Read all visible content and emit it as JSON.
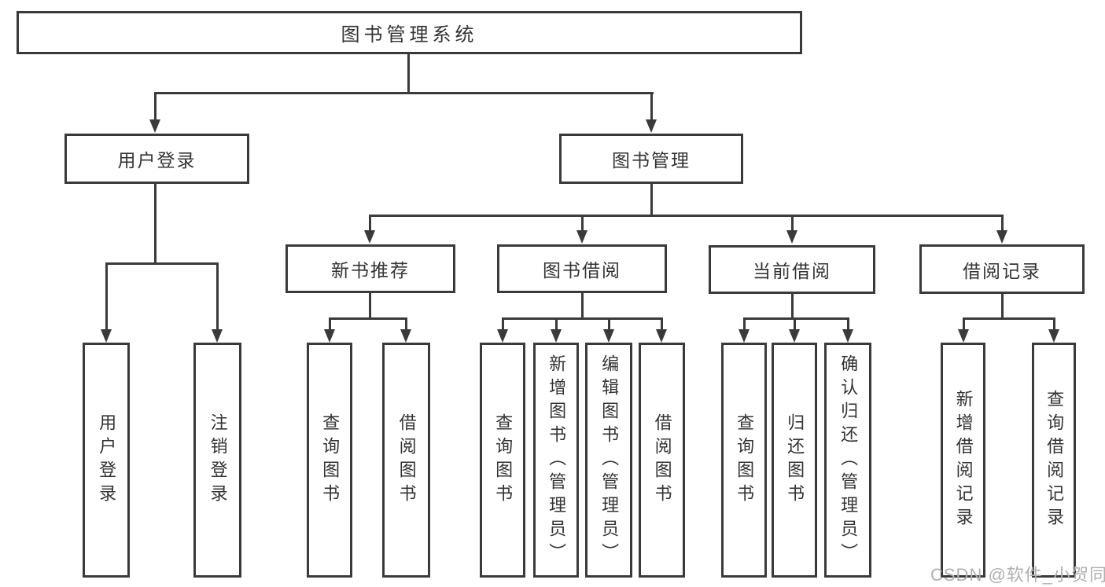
{
  "diagram_title": "图书管理系统",
  "colors": {
    "line": "#3a3a3a",
    "box_border": "#3a3a3a",
    "text": "#333333",
    "watermark": "#b0b0b0",
    "background": "#ffffff"
  },
  "tree": {
    "root": {
      "label": "图书管理系统"
    },
    "children": [
      {
        "label": "用户登录",
        "children": [
          {
            "label": "用户登录"
          },
          {
            "label": "注销登录"
          }
        ]
      },
      {
        "label": "图书管理",
        "children": [
          {
            "label": "新书推荐",
            "children": [
              {
                "label": "查询图书"
              },
              {
                "label": "借阅图书"
              }
            ]
          },
          {
            "label": "图书借阅",
            "children": [
              {
                "label": "查询图书"
              },
              {
                "label": "新增图书（管理员）"
              },
              {
                "label": "编辑图书（管理员）"
              },
              {
                "label": "借阅图书"
              }
            ]
          },
          {
            "label": "当前借阅",
            "children": [
              {
                "label": "查询图书"
              },
              {
                "label": "归还图书"
              },
              {
                "label": "确认归还（管理员）"
              }
            ]
          },
          {
            "label": "借阅记录",
            "children": [
              {
                "label": "新增借阅记录"
              },
              {
                "label": "查询借阅记录"
              }
            ]
          }
        ]
      }
    ]
  },
  "watermark": {
    "text": "CSDN @软件_小贺同学"
  }
}
